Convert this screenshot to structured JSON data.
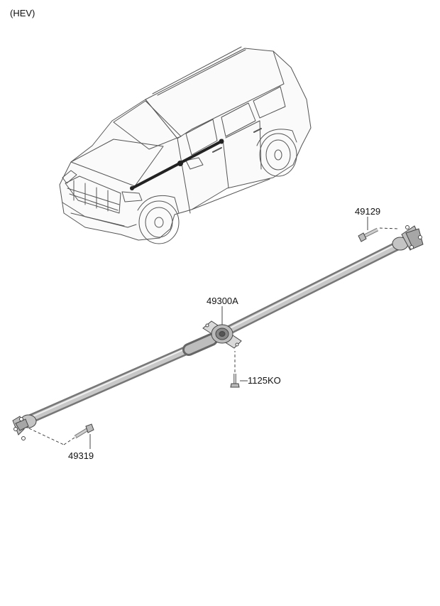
{
  "diagram": {
    "variant_label": "(HEV)",
    "parts": [
      {
        "code": "49129",
        "part": "bolt"
      },
      {
        "code": "49300A",
        "part": "propeller-shaft-assembly"
      },
      {
        "code": "1125KO",
        "part": "bolt"
      },
      {
        "code": "49319",
        "part": "bolt"
      }
    ]
  }
}
